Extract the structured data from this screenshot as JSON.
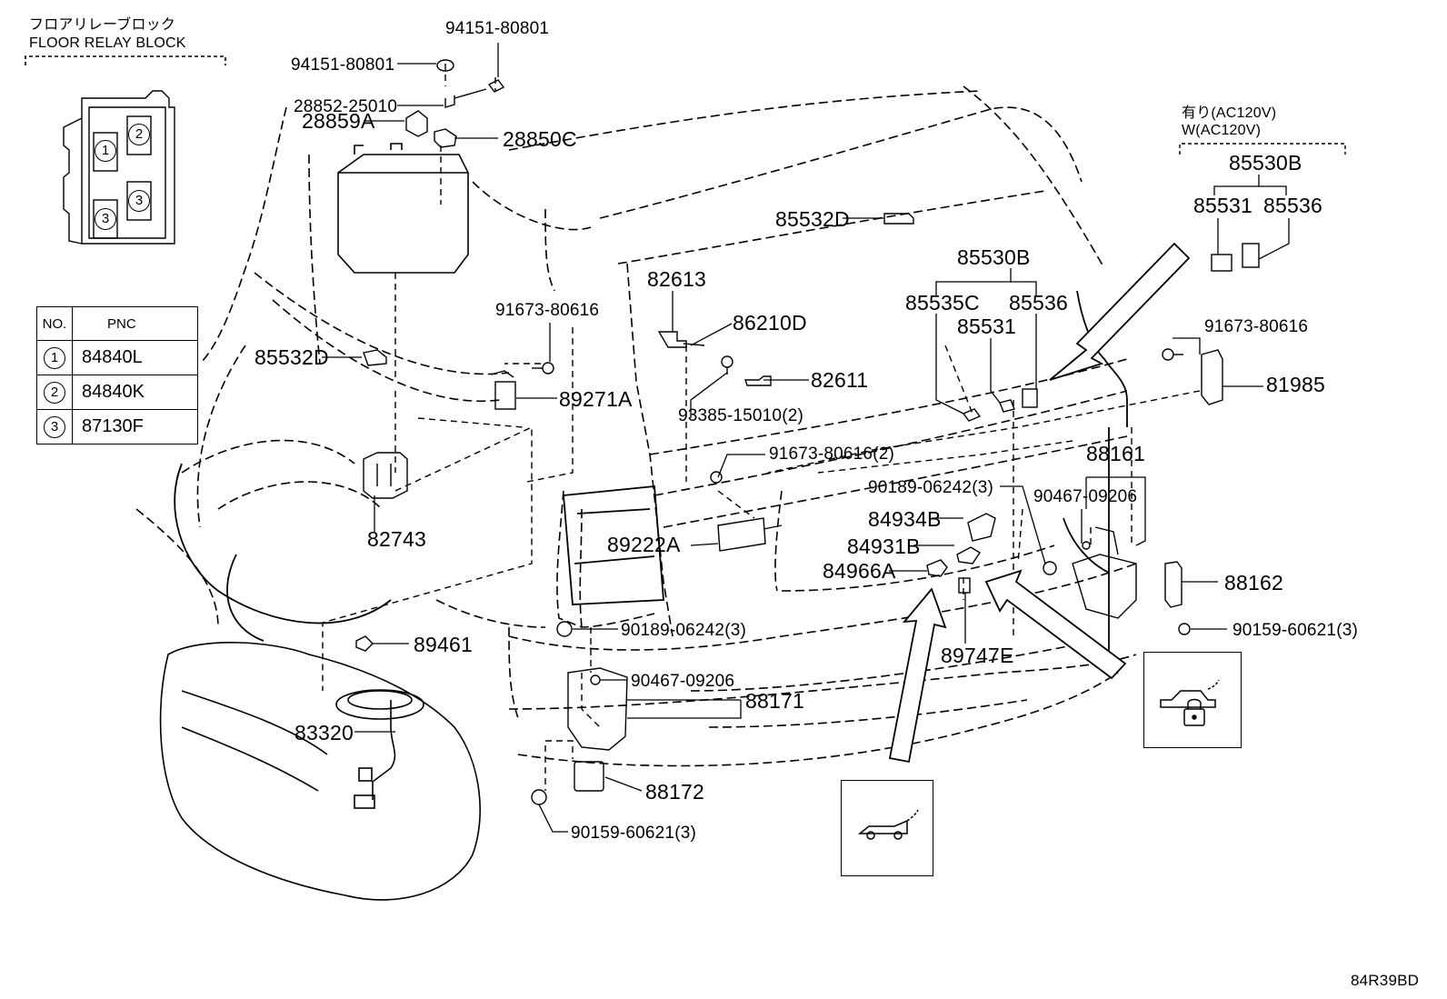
{
  "relay_block": {
    "title_jp": "フロアリレーブロック",
    "title_en": "FLOOR RELAY BLOCK",
    "slots": [
      "1",
      "2",
      "3",
      "3"
    ]
  },
  "pnc_table": {
    "header_no": "NO.",
    "header_pnc": "PNC",
    "rows": [
      {
        "no": "1",
        "pnc": "84840L"
      },
      {
        "no": "2",
        "pnc": "84840K"
      },
      {
        "no": "3",
        "pnc": "87130F"
      }
    ]
  },
  "option_group": {
    "title_jp": "有り(AC120V)",
    "title_en": "W(AC120V)"
  },
  "parts": {
    "p94151_top": "94151-80801",
    "p94151_left": "94151-80801",
    "p28852": "28852-25010",
    "p28859A": "28859A",
    "p28850C": "28850C",
    "p85532D_top": "85532D",
    "p85532D_left": "85532D",
    "p82613": "82613",
    "p86210D": "86210D",
    "p91673_a": "91673-80616",
    "p89271A": "89271A",
    "p82611": "82611",
    "p93385": "93385-15010(2)",
    "p85530B_mid": "85530B",
    "p85535C": "85535C",
    "p85536_mid": "85536",
    "p85531_mid": "85531",
    "p85530B_right": "85530B",
    "p85531_right": "85531",
    "p85536_right": "85536",
    "p91673_b": "91673-80616",
    "p81985": "81985",
    "p88161": "88161",
    "p91673_c": "91673-80616(2)",
    "p90189_a": "90189-06242(3)",
    "p90467_a": "90467-09206",
    "p84934B": "84934B",
    "p84931B": "84931B",
    "p84966A": "84966A",
    "p88162": "88162",
    "p89222A": "89222A",
    "p82743": "82743",
    "p89461": "89461",
    "p90189_b": "90189-06242(3)",
    "p90159_a": "90159-60621(3)",
    "p89747E": "89747E",
    "p90467_b": "90467-09206",
    "p88171": "88171",
    "p83320": "83320",
    "p88172": "88172",
    "p90159_b": "90159-60621(3)",
    "diagram_id": "84R39BD"
  },
  "icons": {
    "door_lock": "car-door-lock-icon",
    "back_door": "car-back-door-icon"
  }
}
